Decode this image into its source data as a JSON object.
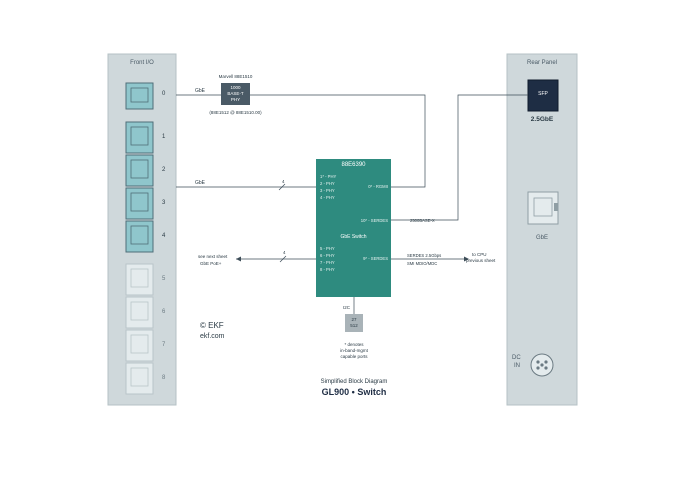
{
  "front_panel": {
    "title": "Front I/O",
    "ports": [
      "0",
      "1",
      "2",
      "3",
      "4",
      "5",
      "6",
      "7",
      "8"
    ],
    "copyright": "© EKF",
    "website": "ekf.com"
  },
  "rear_panel": {
    "title": "Rear Panel",
    "sfp_label": "SFP",
    "sfp_caption": "2.5GbE",
    "rj45_caption": "GbE",
    "dc_label_1": "DC",
    "dc_label_2": "IN"
  },
  "phy": {
    "header": "Marvell 88E1510",
    "line1": "1000",
    "line2": "BASE-T",
    "line3": "PHY",
    "footer": "(88E1512 @ 88E1510.00)"
  },
  "switch": {
    "title": "88E6390",
    "ports_top": [
      "1* - PHY",
      "2 - PHY",
      "3 - PHY",
      "4 - PHY"
    ],
    "port0": "0* - RGMII",
    "port10": "10* - SERDES",
    "center_label": "GbE Switch",
    "ports_bottom": [
      "5 - PHY",
      "6 - PHY",
      "7 - PHY",
      "8 - PHY"
    ],
    "port9": "9* - SERDES"
  },
  "eeprom": {
    "bus": "I2C",
    "line1": "27",
    "line2": "512"
  },
  "labels": {
    "gbe_top": "GbE",
    "gbe_mid": "GbE",
    "bus_width_top": "4",
    "bus_width_bottom": "4",
    "link_2500": "2500BASE-X",
    "serdes_1": "SERDES 2.5Gbps",
    "serdes_2": "SMI MDIO/MDC",
    "to_cpu_1": "to CPU",
    "to_cpu_2": "previous sheet",
    "next_1": "see next sheet",
    "next_2": "GbE PoE+"
  },
  "footnote": [
    "* denotes",
    "in-band-mgmt",
    "capable ports"
  ],
  "diagram_title": {
    "subtitle": "Simplified Block Diagram",
    "title": "GL900 • Switch"
  },
  "colors": {
    "panel": "#cfd8db",
    "panel_border": "#b5c1c5",
    "port_teal": "#8fc6cc",
    "port_faded": "#e4ebed",
    "switch": "#2e8b7f",
    "phy": "#4a5a66",
    "sfp": "#1e2d44",
    "eeprom": "#a9b3b8",
    "line": "#3d4d58"
  }
}
